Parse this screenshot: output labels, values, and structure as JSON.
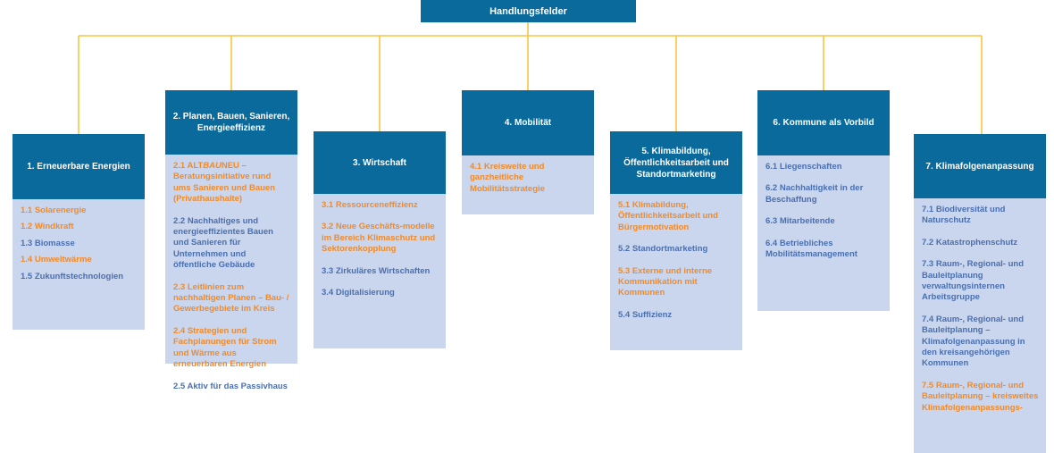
{
  "title": "Handlungsfelder",
  "colors": {
    "header": "#0a6a9c",
    "body": "#c9d6ee",
    "connector": "#f5c542",
    "blue_text": "#4a6fb1",
    "orange_text": "#f08a2a"
  },
  "fields": [
    {
      "header": "1. Erneuerbare Energien",
      "items": [
        {
          "text": "1.1 Solarenergie",
          "color": "orange"
        },
        {
          "text": "1.2 Windkraft",
          "color": "orange"
        },
        {
          "text": "1.3 Biomasse",
          "color": "blue"
        },
        {
          "text": "1.4 Umweltwärme",
          "color": "orange"
        },
        {
          "text": "1.5 Zukunftstechnologien",
          "color": "blue"
        }
      ]
    },
    {
      "header": "2. Planen, Bauen, Sanieren, Energieeffizienz",
      "items": [
        {
          "text_before": "2.1 ALT",
          "text_em": "BAU",
          "text_after": "NEU – Beratungsinitiative rund ums Sanieren und Bauen (Privathaushalte)",
          "color": "orange"
        },
        {
          "text": "2.2 Nachhaltiges und energieeffizientes Bauen und Sanieren für Unternehmen und öffentliche Gebäude",
          "color": "blue"
        },
        {
          "text": "2.3 Leitlinien zum nachhaltigen Planen – Bau- / Gewerbegebiete im Kreis",
          "color": "orange"
        },
        {
          "text": "2.4 Strategien und Fachplanungen für Strom und Wärme aus erneuerbaren Energien",
          "color": "orange"
        },
        {
          "text": "2.5 Aktiv für das Passivhaus",
          "color": "blue"
        }
      ]
    },
    {
      "header": "3. Wirtschaft",
      "items": [
        {
          "text": "3.1 Ressourceneffizienz",
          "color": "orange"
        },
        {
          "text": "3.2 Neue Geschäfts-modelle im Bereich Klimaschutz und Sektorenkopplung",
          "color": "orange"
        },
        {
          "text": "3.3 Zirkuläres Wirtschaften",
          "color": "blue"
        },
        {
          "text": "3.4 Digitalisierung",
          "color": "blue"
        }
      ]
    },
    {
      "header": "4. Mobilität",
      "items": [
        {
          "text": "4.1 Kreisweite und ganzheitliche Mobilitätsstrategie",
          "color": "orange"
        }
      ]
    },
    {
      "header": "5. Klimabildung, Öffentlichkeitsarbeit und Standortmarketing",
      "items": [
        {
          "text": "5.1 Klimabildung, Öffentlichkeitsarbeit und Bürgermotivation",
          "color": "orange"
        },
        {
          "text": "5.2 Standortmarketing",
          "color": "blue"
        },
        {
          "text": "5.3 Externe und interne Kommunikation mit Kommunen",
          "color": "orange"
        },
        {
          "text": "5.4 Suffizienz",
          "color": "blue"
        }
      ]
    },
    {
      "header": "6. Kommune als Vorbild",
      "items": [
        {
          "text": "6.1 Liegenschaften",
          "color": "blue"
        },
        {
          "text": "6.2 Nachhaltigkeit in der Beschaffung",
          "color": "blue"
        },
        {
          "text": "6.3 Mitarbeitende",
          "color": "blue"
        },
        {
          "text": "6.4 Betriebliches Mobilitätsmanagement",
          "color": "blue"
        }
      ]
    },
    {
      "header": "7. Klimafolgenanpassung",
      "items": [
        {
          "text": "7.1 Biodiversität und Naturschutz",
          "color": "blue"
        },
        {
          "text": "7.2 Katastrophenschutz",
          "color": "blue"
        },
        {
          "text": "7.3 Raum-, Regional- und Bauleitplanung verwaltungsinternen Arbeitsgruppe",
          "color": "blue"
        },
        {
          "text": "7.4 Raum-, Regional- und Bauleitplanung – Klimafolgenanpassung in den kreisangehörigen Kommunen",
          "color": "blue"
        },
        {
          "text": "7.5 Raum-, Regional- und Bauleitplanung – kreisweites Klimafolgenanpassungs-",
          "color": "orange"
        }
      ]
    }
  ]
}
